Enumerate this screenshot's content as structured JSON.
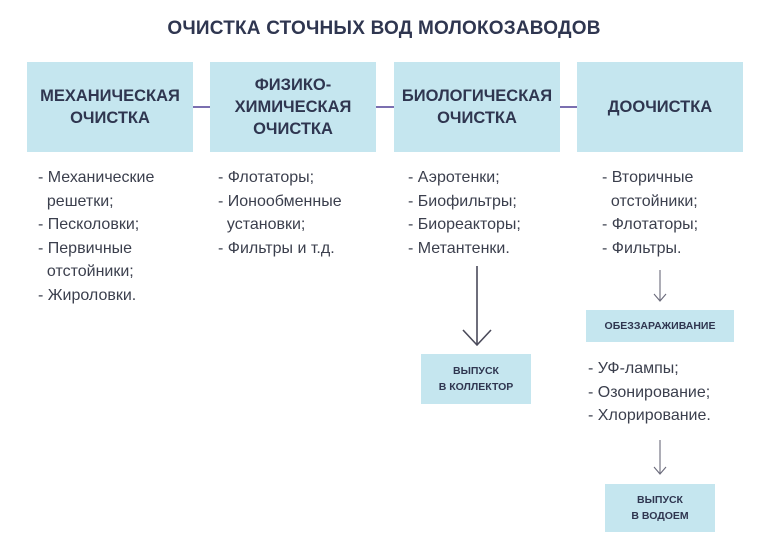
{
  "title": "ОЧИСТКА СТОЧНЫХ ВОД МОЛОКОЗАВОДОВ",
  "stages": [
    {
      "lines": [
        "МЕХАНИЧЕСКАЯ",
        "ОЧИСТКА"
      ]
    },
    {
      "lines": [
        "ФИЗИКО-",
        "ХИМИЧЕСКАЯ",
        "ОЧИСТКА"
      ]
    },
    {
      "lines": [
        "БИОЛОГИЧЕСКАЯ",
        "ОЧИСТКА"
      ]
    },
    {
      "lines": [
        "ДООЧИСТКА"
      ]
    }
  ],
  "lists": {
    "mechanical": [
      "- Механические",
      "  решетки;",
      "- Песколовки;",
      "- Первичные",
      "  отстойники;",
      "- Жироловки."
    ],
    "physchem": [
      "- Флотаторы;",
      "- Ионообменные",
      "  установки;",
      "- Фильтры и т.д."
    ],
    "biological": [
      "- Аэротенки;",
      "- Биофильтры;",
      "- Биореакторы;",
      "- Метантенки."
    ],
    "post": [
      "- Вторичные",
      "  отстойники;",
      "- Флотаторы;",
      "- Фильтры."
    ],
    "disinfection": [
      "- УФ-лампы;",
      "- Озонирование;",
      "- Хлорирование."
    ]
  },
  "boxes": {
    "disinfection": "ОБЕЗЗАРАЖИВАНИЕ",
    "collector": [
      "ВЫПУСК",
      "В КОЛЛЕКТОР"
    ],
    "water_body": [
      "ВЫПУСК",
      "В ВОДОЕМ"
    ]
  },
  "colors": {
    "box_fill": "#c5e6ef",
    "connector": "#7b6fb0",
    "text_dark": "#2f3650",
    "arrow": "#5a5a6a"
  }
}
